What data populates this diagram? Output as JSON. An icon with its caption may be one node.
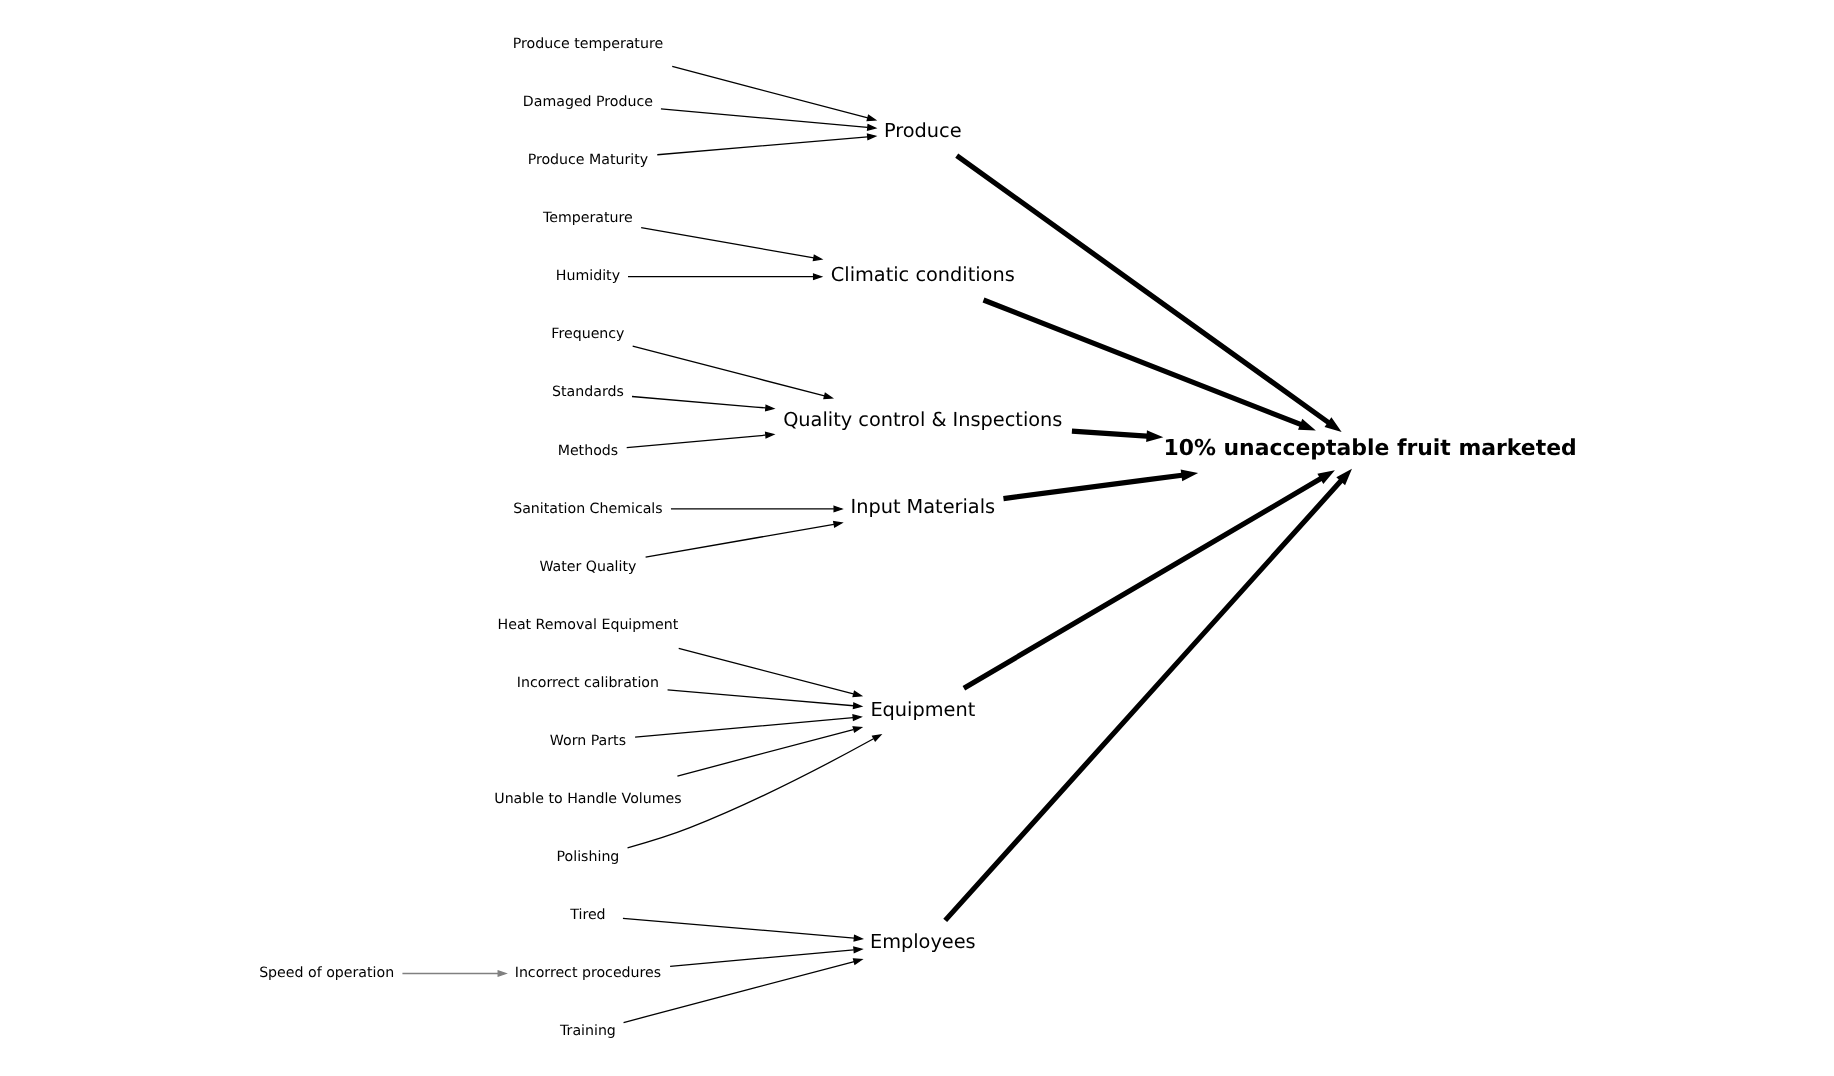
{
  "diagram": {
    "nodes": [
      {
        "text": [
          "Employees"
        ]
      },
      {
        "text": [
          "Tired"
        ]
      },
      {
        "text": [
          "Incorrect procedures"
        ]
      },
      {
        "text": [
          "Training"
        ]
      },
      {
        "text": [
          "Speed of operation"
        ]
      },
      {
        "text": [
          "Produce"
        ]
      },
      {
        "text": [
          "Produce temperature"
        ]
      },
      {
        "text": [
          "Damaged Produce"
        ]
      },
      {
        "text": [
          "Produce Maturity"
        ]
      },
      {
        "text": [
          "10% unacceptable fruit marketed"
        ]
      },
      {
        "text": [
          "Climatic conditions"
        ]
      },
      {
        "text": [
          "Temperature"
        ]
      },
      {
        "text": [
          "Humidity"
        ]
      },
      {
        "text": [
          "Quality control & Inspections"
        ]
      },
      {
        "text": [
          "Frequency"
        ]
      },
      {
        "text": [
          "Standards"
        ]
      },
      {
        "text": [
          "Methods"
        ]
      },
      {
        "text": [
          "Input Materials"
        ]
      },
      {
        "text": [
          "Sanitation Chemicals"
        ]
      },
      {
        "text": [
          "Water Quality"
        ]
      },
      {
        "text": [
          "Heat Removal Equipment"
        ]
      },
      {
        "text": [
          "Equipment"
        ]
      },
      {
        "text": [
          "Incorrect calibration"
        ]
      },
      {
        "text": [
          "Worn Parts"
        ]
      },
      {
        "text": [
          "Unable to Handle Volumes"
        ]
      },
      {
        "text": [
          "Polishing"
        ]
      }
    ],
    "edges": [
      {
        "from": 1,
        "to": 0,
        "arrow": "to"
      },
      {
        "from": 2,
        "to": 0,
        "arrow": "to"
      },
      {
        "from": 3,
        "to": 0,
        "arrow": "to"
      },
      {
        "from": 4,
        "to": 2,
        "arrow": "to",
        "color": "#808080"
      },
      {
        "from": 6,
        "to": 5,
        "arrow": "to"
      },
      {
        "from": 7,
        "to": 5,
        "arrow": "to"
      },
      {
        "from": 8,
        "to": 5,
        "arrow": "to"
      },
      {
        "from": 11,
        "to": 10,
        "arrow": "to"
      },
      {
        "from": 12,
        "to": 10,
        "arrow": "to"
      },
      {
        "from": 14,
        "to": 13,
        "arrow": "to"
      },
      {
        "from": 15,
        "to": 13,
        "arrow": "to"
      },
      {
        "from": 16,
        "to": 13,
        "arrow": "to"
      },
      {
        "from": 18,
        "to": 17,
        "arrow": "to"
      },
      {
        "from": 19,
        "to": 17,
        "arrow": "to"
      },
      {
        "from": 20,
        "to": 21,
        "arrow": "to"
      },
      {
        "from": 22,
        "to": 21,
        "arrow": "to"
      },
      {
        "from": 23,
        "to": 21,
        "arrow": "to"
      },
      {
        "from": 24,
        "to": 21,
        "arrow": "to"
      },
      {
        "from": 25,
        "to": 21,
        "arrow": "to"
      },
      {
        "from": 0,
        "to": 9,
        "arrow": "to",
        "style": "thick"
      },
      {
        "from": 5,
        "to": 9,
        "arrow": "to",
        "style": "thick"
      },
      {
        "from": 10,
        "to": 9,
        "arrow": "to",
        "style": "thick"
      },
      {
        "from": 13,
        "to": 9,
        "arrow": "to",
        "style": "thick"
      },
      {
        "from": 17,
        "to": 9,
        "arrow": "to",
        "style": "thick"
      },
      {
        "from": 21,
        "to": 9,
        "arrow": "to",
        "style": "thick"
      }
    ]
  }
}
